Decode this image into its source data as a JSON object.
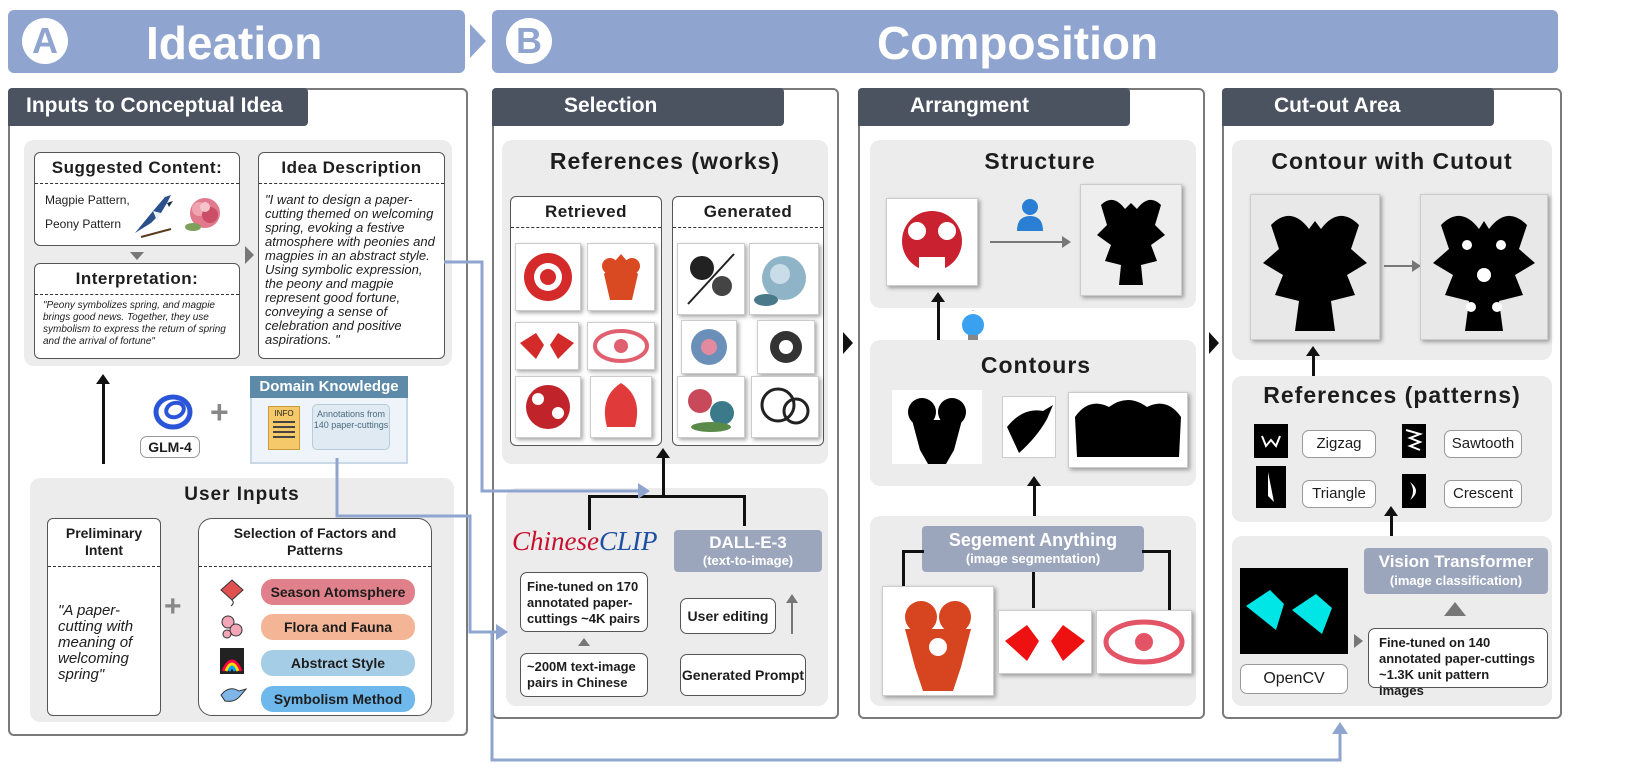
{
  "banners": {
    "a_letter": "A",
    "a_title": "Ideation",
    "b_letter": "B",
    "b_title": "Composition"
  },
  "ideation": {
    "tab": "Inputs to Conceptual Idea",
    "suggested": {
      "title": "Suggested Content:",
      "item1": "Magpie Pattern,",
      "item2": "Peony Pattern"
    },
    "interpretation": {
      "title": "Interpretation:",
      "text": "\"Peony symbolizes spring, and magpie brings good news. Together, they use symbolism to express the return of spring and the arrival of fortune\""
    },
    "idea": {
      "title": "Idea Description",
      "text": "\"I want to design a paper-cutting themed on welcoming spring, evoking a festive atmosphere with peonies and magpies in an abstract style. Using symbolic expression, the peony and magpie represent good fortune, conveying a sense of celebration and positive aspirations. \""
    },
    "glm_label": "GLM-4",
    "plus": "+",
    "domain": {
      "title": "Domain Knowledge",
      "doc_label": "INFO",
      "annotation": "Annotations from 140 paper-cuttings"
    },
    "user_inputs": {
      "title": "User Inputs",
      "intent_title": "Preliminary Intent",
      "intent_text": "\"A paper-cutting with meaning of welcoming spring\"",
      "factors_title": "Selection of Factors and Patterns",
      "factors": [
        {
          "label": "Season Atomsphere",
          "color": "#e0808a"
        },
        {
          "label": "Flora and Fauna",
          "color": "#f3b595"
        },
        {
          "label": "Abstract Style",
          "color": "#a6cde6"
        },
        {
          "label": "Symbolism Method",
          "color": "#6eb8ec"
        }
      ]
    }
  },
  "selection": {
    "tab": "Selection",
    "refs_title": "References (works)",
    "retrieved": "Retrieved",
    "generated": "Generated",
    "chineseclip_a": "Chinese",
    "chineseclip_b": "CLIP",
    "dalle": "DALL-E-3",
    "dalle_sub": "(text-to-image)",
    "finetuned": "Fine-tuned on 170 annotated paper-cuttings ~4K pairs",
    "pairs": "~200M text-image pairs in Chinese",
    "user_editing": "User editing",
    "gen_prompt": "Generated Prompt"
  },
  "arrangement": {
    "tab": "Arrangment",
    "structure": "Structure",
    "contours": "Contours",
    "sam": "Segement Anything",
    "sam_sub": "(image segmentation)"
  },
  "cutout": {
    "tab": "Cut-out Area",
    "title": "Contour with Cutout",
    "refs_title": "References (patterns)",
    "patterns": [
      "Zigzag",
      "Sawtooth",
      "Triangle",
      "Crescent"
    ],
    "vit": "Vision Transformer",
    "vit_sub": "(image classification)",
    "finetuned": "Fine-tuned on 140 annotated paper-cuttings ~1.3K unit pattern images",
    "opencv": "OpenCV"
  },
  "colors": {
    "banner": "#8fa4cf",
    "tab": "#4b5260",
    "arrow_blue": "#8fa4cf",
    "red": "#d42a2a"
  }
}
